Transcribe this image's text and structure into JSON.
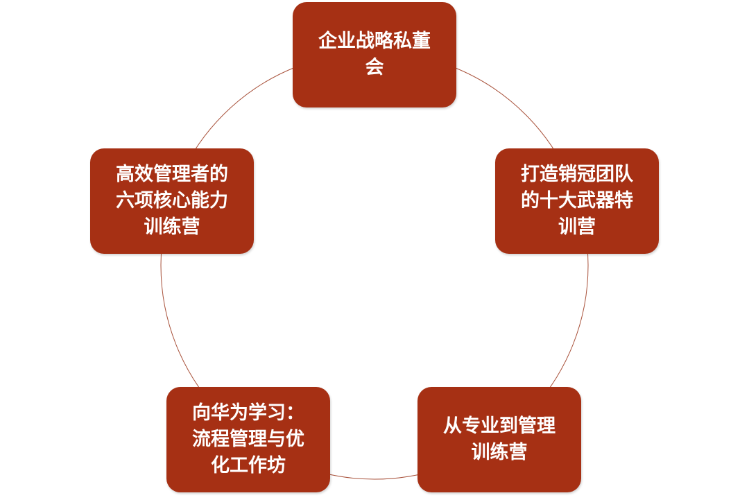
{
  "colors": {
    "box_fill": "#a63014",
    "ring_stroke": "#a8513a",
    "text": "#ffffff",
    "background": "#ffffff"
  },
  "cycle": {
    "nodes": [
      {
        "label": "企业战略私董\n会"
      },
      {
        "label": "打造销冠团队\n的十大武器特\n训营"
      },
      {
        "label": "从专业到管理\n训练营"
      },
      {
        "label": "向华为学习：\n流程管理与优\n化工作坊"
      },
      {
        "label": "高效管理者的\n六项核心能力\n训练营"
      }
    ]
  }
}
